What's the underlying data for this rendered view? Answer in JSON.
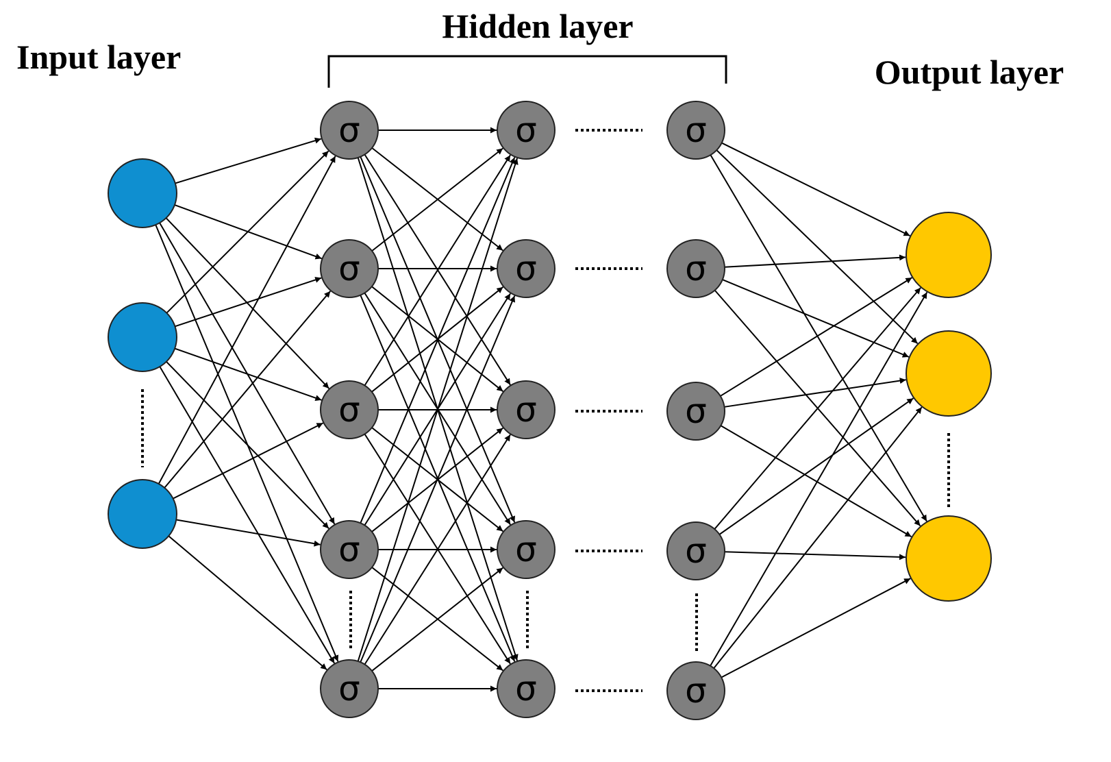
{
  "labels": {
    "input_title": "Input layer",
    "hidden_title": "Hidden layer",
    "output_title": "Output layer",
    "activation_symbol": "σ"
  },
  "colors": {
    "input_node": "#0f8fd0",
    "hidden_node": "#7f7f7f",
    "output_node": "#ffc800",
    "edge": "#000000"
  },
  "structure": {
    "input_nodes_shown": 3,
    "hidden_columns_shown": 3,
    "hidden_nodes_per_column_shown": 5,
    "output_nodes_shown": 3,
    "ellipsis_between_hidden_columns": true
  }
}
